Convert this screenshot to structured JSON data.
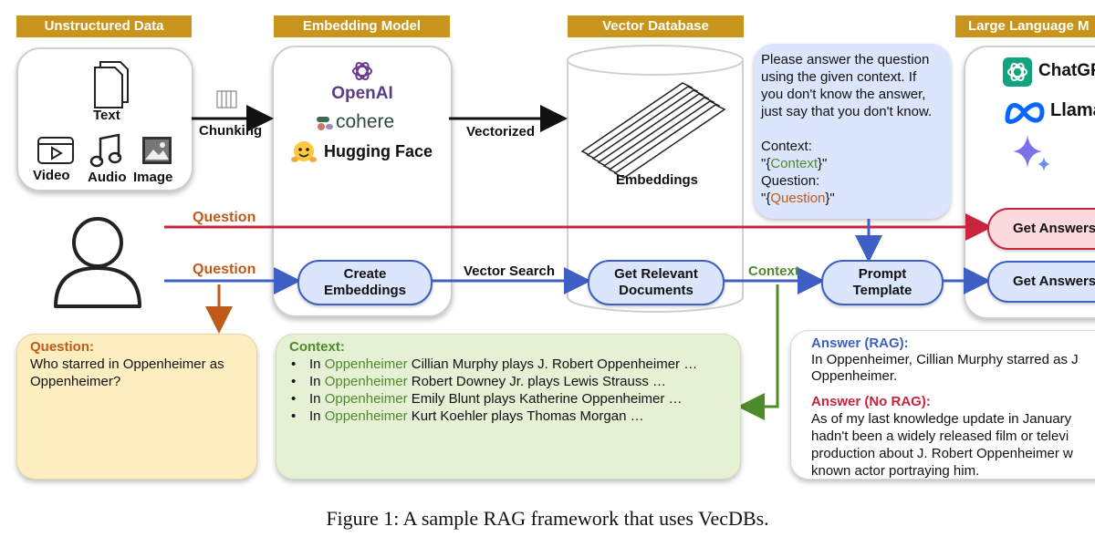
{
  "headers": {
    "unstructured": "Unstructured Data",
    "embedding": "Embedding Model",
    "vectordb": "Vector Database",
    "llm": "Large Language M"
  },
  "unstructured": {
    "text": "Text",
    "video": "Video",
    "audio": "Audio",
    "image": "Image"
  },
  "embedding_models": [
    "OpenAI",
    "cohere",
    "Hugging Face"
  ],
  "llms": [
    "ChatGP",
    "Llama"
  ],
  "arrows": {
    "chunking": "Chunking",
    "vectorized": "Vectorized",
    "question_top": "Question",
    "question_bottom": "Question",
    "vector_search": "Vector Search",
    "context": "Context"
  },
  "vectordb": {
    "embeddings": "Embeddings"
  },
  "prompt": {
    "line1": "Please answer the question",
    "line2": "using the given context. If",
    "line3": "you don't know the answer,",
    "line4": "just say that you don't know.",
    "context_label": "Context:",
    "context_open": "\"{",
    "context_var": "Context",
    "context_close": "}\"",
    "question_label": "Question:",
    "question_open": "\"{",
    "question_var": "Question",
    "question_close": "}\""
  },
  "pills": {
    "create_embeddings_1": "Create",
    "create_embeddings_2": "Embeddings",
    "get_relevant_1": "Get Relevant",
    "get_relevant_2": "Documents",
    "prompt_template_1": "Prompt",
    "prompt_template_2": "Template",
    "get_answers_top": "Get Answers",
    "get_answers_bottom": "Get Answers"
  },
  "question_box": {
    "title": "Question:",
    "line1": "Who starred in Oppenheimer as",
    "line2": "Oppenheimer?"
  },
  "context_box": {
    "title": "Context:",
    "items": [
      {
        "prefix": "In ",
        "movie": "Oppenheimer",
        "rest": " Cillian Murphy plays J. Robert Oppenheimer …"
      },
      {
        "prefix": "In ",
        "movie": "Oppenheimer",
        "rest": " Robert Downey Jr. plays Lewis Strauss …"
      },
      {
        "prefix": "In ",
        "movie": "Oppenheimer",
        "rest": " Emily Blunt plays Katherine Oppenheimer …"
      },
      {
        "prefix": "In ",
        "movie": "Oppenheimer",
        "rest": " Kurt Koehler plays Thomas Morgan …"
      }
    ]
  },
  "answer_box": {
    "rag_title": "Answer (RAG):",
    "rag_line1": "In Oppenheimer, Cillian Murphy starred as J",
    "rag_line2": "Oppenheimer.",
    "norag_title": "Answer (No RAG):",
    "norag_line1": "As of my last knowledge update in January",
    "norag_line2": "hadn't been a widely released film or televi",
    "norag_line3": "production about J. Robert Oppenheimer w",
    "norag_line4": "known actor portraying him."
  },
  "caption": "Figure 1: A sample RAG framework that uses VecDBs.",
  "colors": {
    "header_gold": "#c8941c",
    "question_red": "#c8243c",
    "question_orange": "#c05a1a",
    "flow_blue": "#3d5fc4",
    "context_green": "#4f8a2a"
  }
}
